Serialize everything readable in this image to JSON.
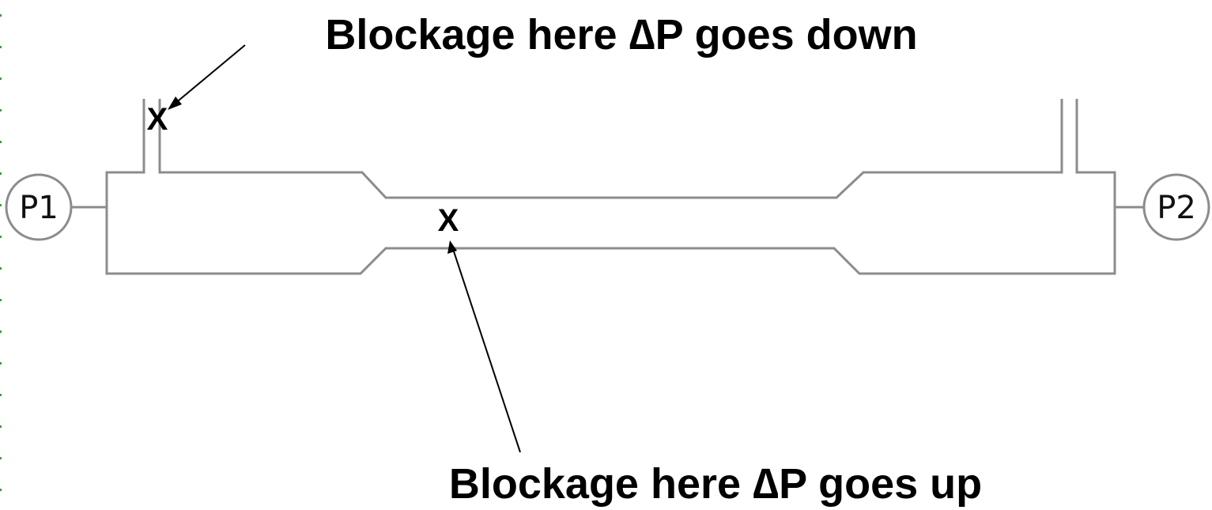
{
  "annotations": {
    "top": "Blockage here ∆P goes down",
    "bottom": "Blockage here ∆P goes up"
  },
  "gauges": {
    "left": "P1",
    "right": "P2"
  },
  "markers": {
    "tap_blockage": "X",
    "throat_blockage": "X"
  },
  "colors": {
    "pipe_outline": "#8c8c8c",
    "text": "#000000",
    "edge_dots": "#3f9a3f"
  }
}
